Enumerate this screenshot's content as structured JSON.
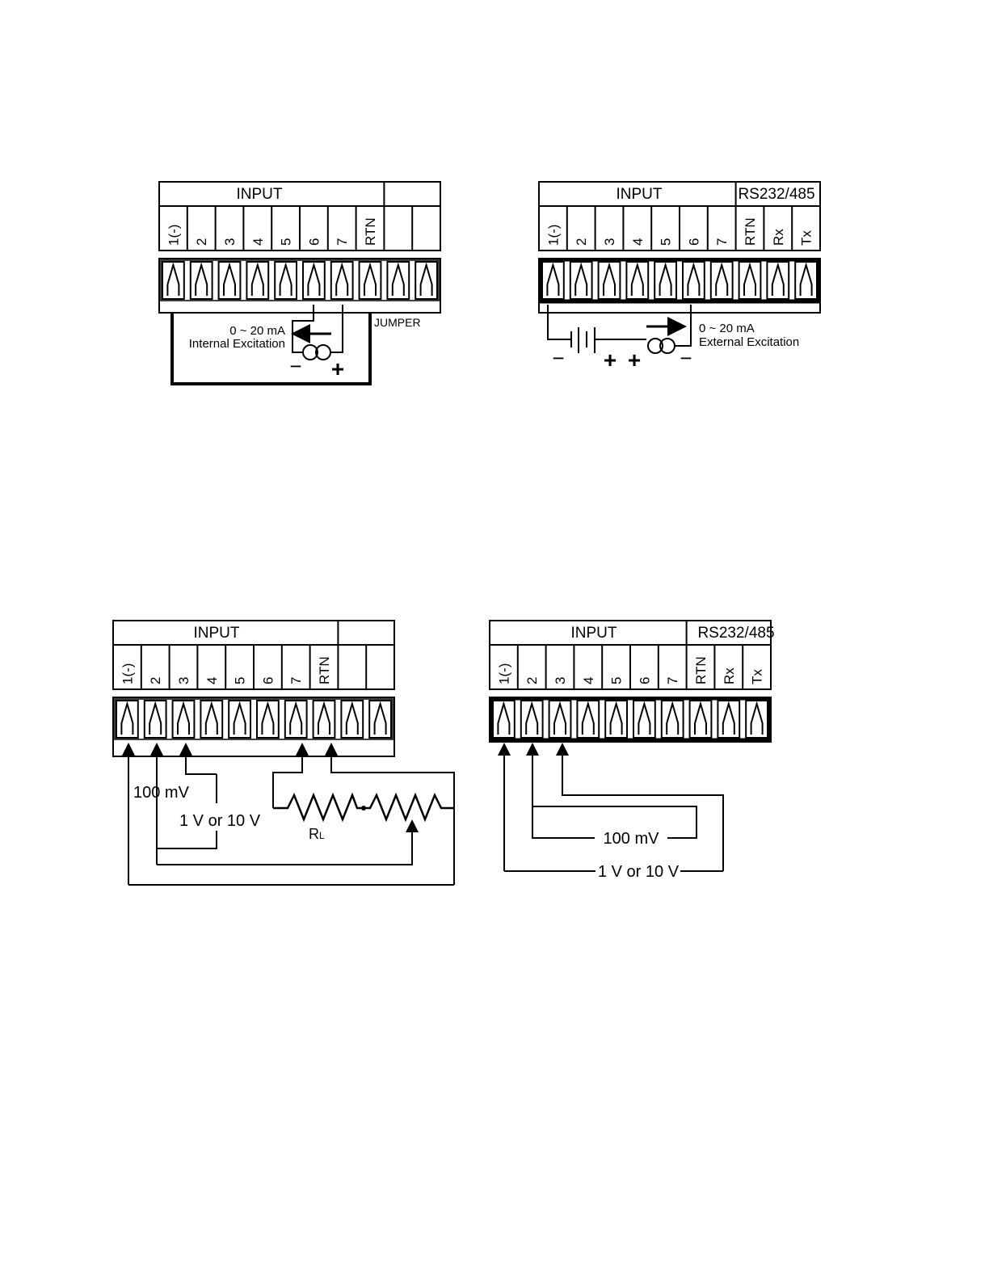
{
  "diagram_tl": {
    "header_label": "INPUT",
    "header_extra": "",
    "terminals": [
      "1(-)",
      "2",
      "3",
      "4",
      "5",
      "6",
      "7",
      "RTN",
      "",
      ""
    ],
    "jumper_label": "JUMPER",
    "current_label": "0 ~ 20 mA",
    "excitation_label": "Internal Excitation",
    "minus": "−",
    "plus": "+"
  },
  "diagram_tr": {
    "header_label": "INPUT",
    "header_extra": "RS232/485",
    "terminals": [
      "1(-)",
      "2",
      "3",
      "4",
      "5",
      "6",
      "7",
      "RTN",
      "Rx",
      "Tx"
    ],
    "current_label": "0 ~ 20 mA",
    "excitation_label": "External Excitation",
    "battery_minus": "−",
    "battery_plus": "+",
    "source_plus": "+",
    "source_minus": "−"
  },
  "diagram_bl": {
    "header_label": "INPUT",
    "header_extra": "",
    "terminals": [
      "1(-)",
      "2",
      "3",
      "4",
      "5",
      "6",
      "7",
      "RTN",
      "",
      ""
    ],
    "label_100mv": "100 mV",
    "label_1v10v": "1 V or 10 V",
    "resistor_label": "R",
    "resistor_subscript": "L"
  },
  "diagram_br": {
    "header_label": "INPUT",
    "header_extra": "RS232/485",
    "terminals": [
      "1(-)",
      "2",
      "3",
      "4",
      "5",
      "6",
      "7",
      "RTN",
      "Rx",
      "Tx"
    ],
    "label_100mv": "100 mV",
    "label_1v10v": "1 V or 10 V"
  }
}
